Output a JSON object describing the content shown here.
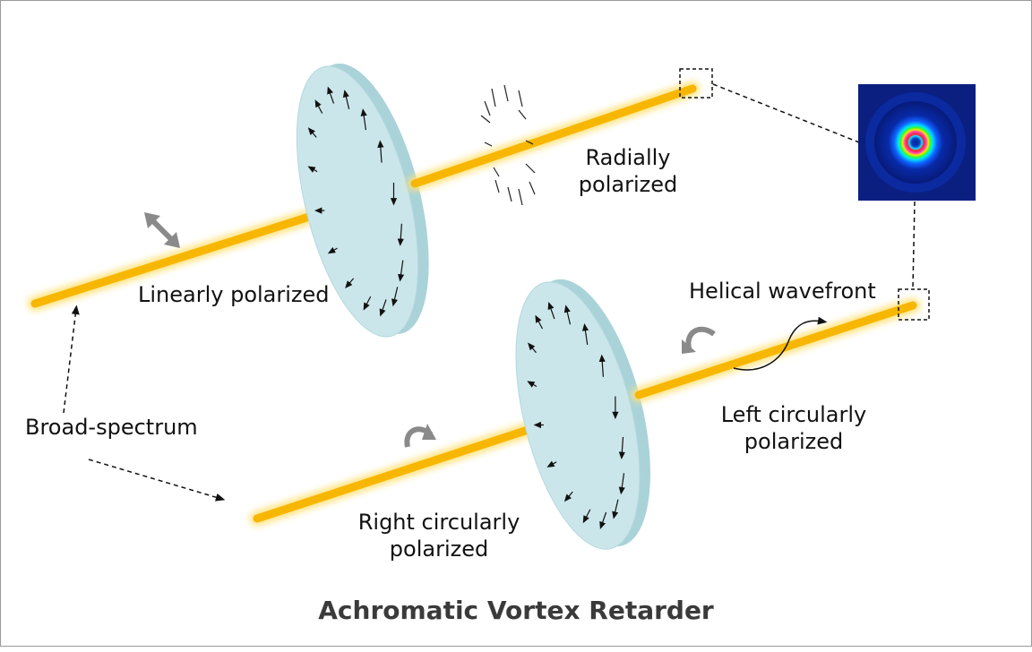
{
  "title": "Achromatic Vortex Retarder",
  "labels": {
    "linearly_polarized": "Linearly polarized",
    "radially_polarized": [
      "Radially",
      "polarized"
    ],
    "helical_wavefront": "Helical wavefront",
    "left_circularly": [
      "Left circularly",
      "polarized"
    ],
    "right_circularly": [
      "Right circularly",
      "polarized"
    ],
    "broad_spectrum": "Broad-spectrum"
  },
  "colors": {
    "beam": "#f7b600",
    "beam_glow": "#ffd84a",
    "plate_face": "#cbe6ea",
    "plate_edge": "#9fc8cf",
    "arrow_gray": "#8a8a8a"
  },
  "icons": [
    "double-arrow-icon",
    "rotation-arrow-icon",
    "donut-beam-image",
    "dashed-box-icon"
  ]
}
